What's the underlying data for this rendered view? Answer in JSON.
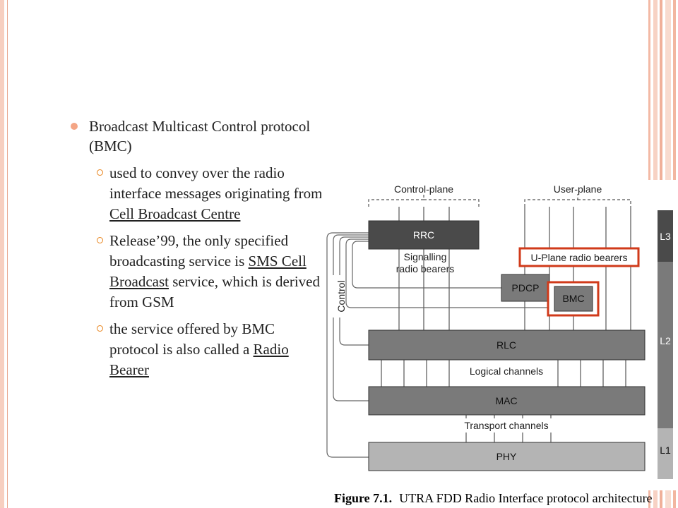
{
  "colors": {
    "accent_orange": "#f4a585",
    "ring_orange": "#e8841c",
    "highlight_red": "#d03a1a",
    "rrc_fill": "#4a4a4a",
    "layer_fill": "#7a7a7a",
    "phy_fill": "#b4b4b4"
  },
  "bullets": {
    "main": "Broadcast Multicast Control protocol (BMC)",
    "sub1": {
      "before": "used to convey over the radio interface messages originating from ",
      "link": "Cell Broadcast Centre"
    },
    "sub2": {
      "before": "Release’99, the only specified broadcasting service is ",
      "link": "SMS Cell Broadcast",
      "after": " service, which is derived from GSM"
    },
    "sub3": {
      "before": "the service offered by BMC protocol is also called a ",
      "link": "Radio Bearer"
    }
  },
  "diagram": {
    "control_plane": "Control-plane",
    "user_plane": "User-plane",
    "control_label": "Control",
    "rrc": "RRC",
    "signalling_line1": "Signalling",
    "signalling_line2": "radio bearers",
    "uplane_bearers": "U-Plane radio bearers",
    "pdcp": "PDCP",
    "bmc": "BMC",
    "rlc": "RLC",
    "logical_channels": "Logical channels",
    "mac": "MAC",
    "transport_channels": "Transport channels",
    "phy": "PHY",
    "layer_l3": "L3",
    "layer_l2": "L2",
    "layer_l1": "L1"
  },
  "caption": {
    "label": "Figure 7.1.",
    "text": "UTRA FDD Radio Interface protocol architecture"
  }
}
